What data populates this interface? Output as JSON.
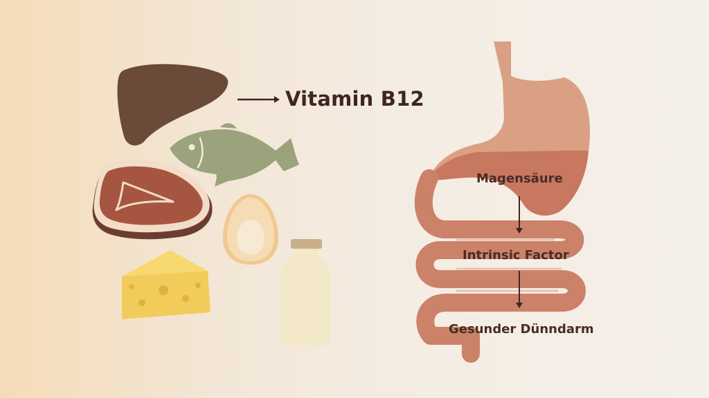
{
  "title": "Vitamin B12",
  "foods": [
    "liver-icon",
    "fish-icon",
    "steak-icon",
    "egg-icon",
    "cheese-icon",
    "milk-bottle-icon"
  ],
  "digestion": {
    "steps": [
      "Magensäure",
      "Intrinsic Factor",
      "Gesunder Dünndarm"
    ]
  },
  "colors": {
    "text": "#3e2622",
    "liver": "#6b4a3a",
    "fish": "#9aa37c",
    "steak": "#a65640",
    "cheese": "#f2cc5a",
    "stomach": "#d99a7a",
    "intestine": "#c97a62"
  }
}
